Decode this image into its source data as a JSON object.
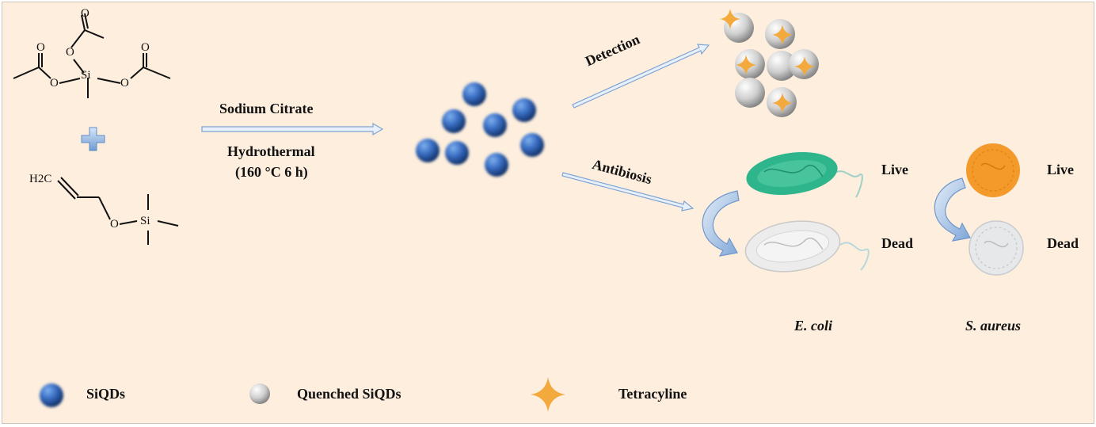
{
  "reaction": {
    "reagent": "Sodium Citrate",
    "method": "Hydrothermal",
    "conditions": "(160 °C  6 h)"
  },
  "branches": {
    "detection": "Detection",
    "antibiosis": "Antibiosis"
  },
  "bacteria": {
    "ecoli": {
      "name": "E. coli",
      "live": "Live",
      "dead": "Dead"
    },
    "saureus": {
      "name": "S. aureus",
      "live": "Live",
      "dead": "Dead"
    }
  },
  "legend": {
    "siqds": "SiQDs",
    "quenched": "Quenched SiQDs",
    "tetracycline": "Tetracyline"
  },
  "molecule_atoms": {
    "o": "O",
    "si": "Si",
    "h2c": "H2C"
  },
  "colors": {
    "background": "#fdeedd",
    "siqd_blue": "#2f62b8",
    "quenched_grey": "#bdbdbd",
    "tetracycline_orange": "#f4a93c",
    "ecoli_live_green": "#2fb58c",
    "saureus_live_orange": "#f39a2a",
    "arrow_blue": "#8fb3dd"
  },
  "icons": {
    "plus": "plus-icon",
    "star": "four-point-star-icon",
    "curved_arrow": "curved-arrow-icon"
  }
}
